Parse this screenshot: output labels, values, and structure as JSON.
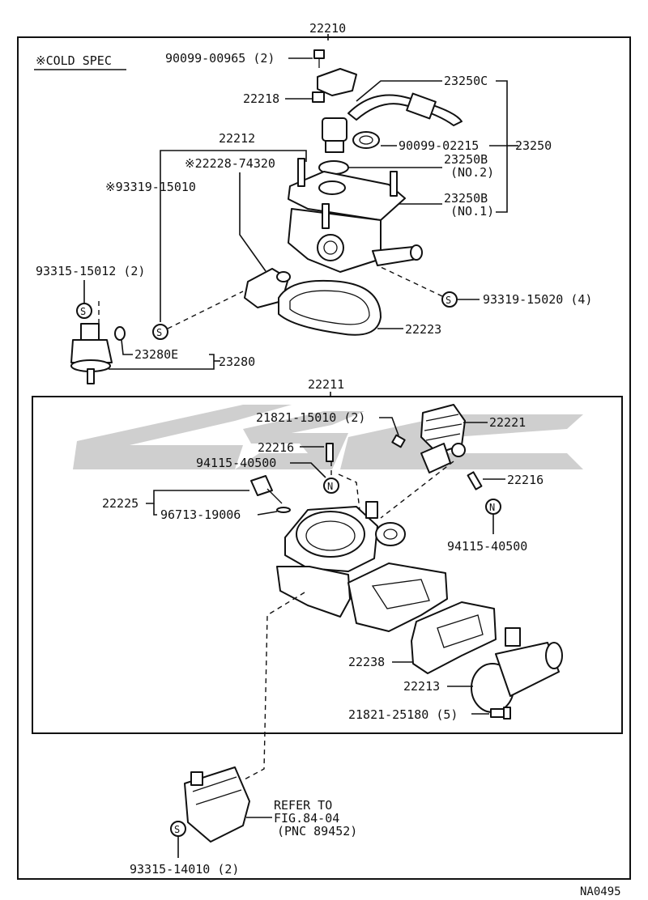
{
  "cold_spec_note": "※COLD SPEC",
  "watermark": "CSC",
  "page_code": "NA0495",
  "assemblies": {
    "top": "22210",
    "throttle_body": "22211"
  },
  "labels": {
    "l_90099_00965": "90099-00965 (2)",
    "l_22218": "22218",
    "l_23250C": "23250C",
    "l_22212": "22212",
    "l_90099_02215": "90099-02215",
    "l_23250": "23250",
    "l_22228": "※22228-74320",
    "l_23250B_2a": "23250B",
    "l_23250B_2b": "(NO.2)",
    "l_93319_15010": "※93319-15010",
    "l_23250B_1a": "23250B",
    "l_23250B_1b": "(NO.1)",
    "l_93315_15012": "93315-15012 (2)",
    "l_93319_15020": "93319-15020 (4)",
    "l_22223": "22223",
    "l_23280E": "23280E",
    "l_23280": "23280",
    "l_21821_15010": "21821-15010 (2)",
    "l_22221": "22221",
    "l_22216a": "22216",
    "l_94115_a": "94115-40500",
    "l_22216b": "22216",
    "l_22225": "22225",
    "l_96713": "96713-19006",
    "l_94115_b": "94115-40500",
    "l_22238": "22238",
    "l_22213": "22213",
    "l_21821_25180": "21821-25180 (5)",
    "l_refer_1": "REFER TO",
    "l_refer_2": "FIG.84-04",
    "l_refer_3": "(PNC 89452)",
    "l_93315_14010": "93315-14010 (2)"
  },
  "markers": {
    "s_symbol": "S",
    "n_symbol": "N"
  }
}
